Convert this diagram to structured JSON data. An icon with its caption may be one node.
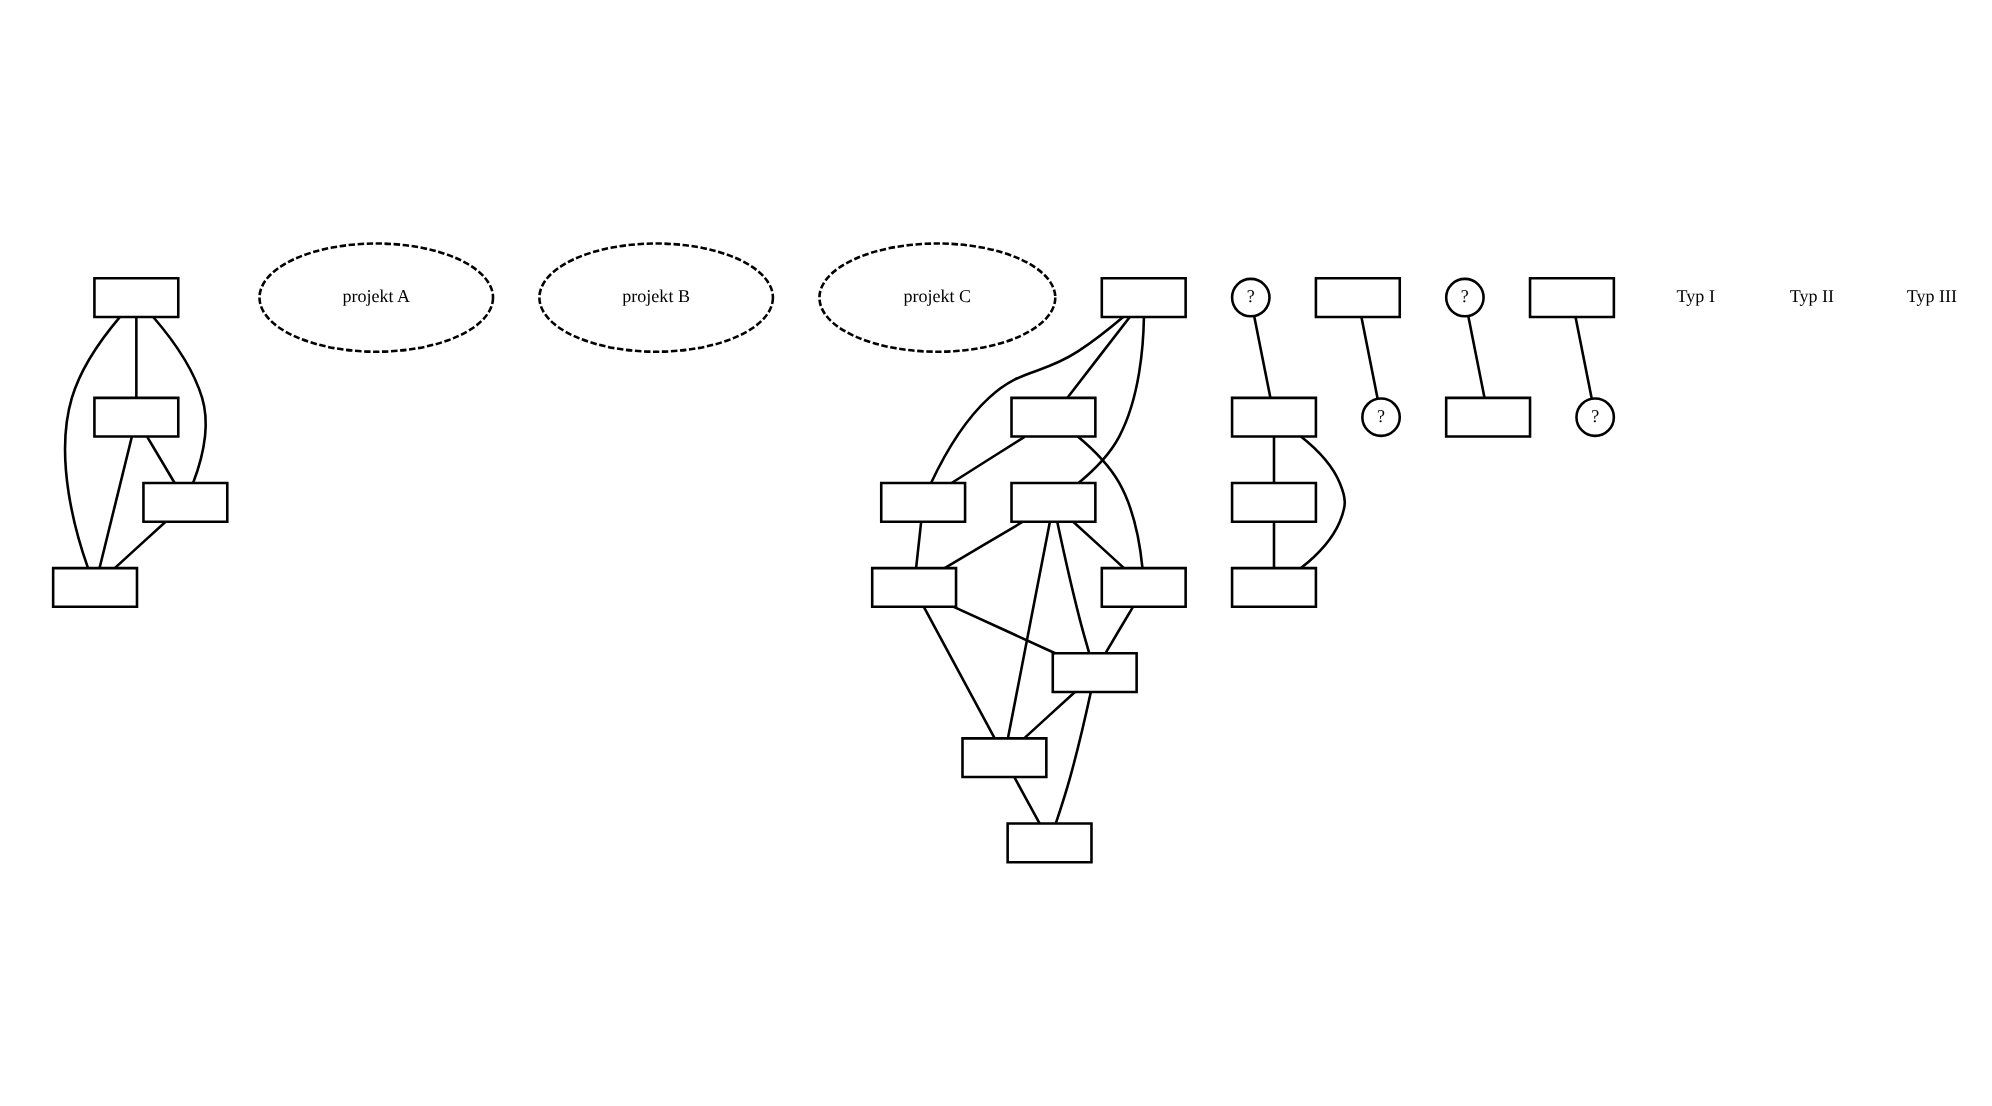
{
  "diagram": {
    "nodes": [
      {
        "text": [],
        "shape": "box"
      },
      {
        "text": [],
        "shape": "box"
      },
      {
        "text": [],
        "shape": "box"
      },
      {
        "text": [],
        "shape": "box"
      },
      {
        "text": [],
        "shape": "box"
      },
      {
        "text": [],
        "shape": "box"
      },
      {
        "text": [],
        "shape": "box"
      },
      {
        "text": [],
        "shape": "box"
      },
      {
        "text": [],
        "shape": "box"
      },
      {
        "text": [],
        "shape": "box"
      },
      {
        "text": [],
        "shape": "box"
      },
      {
        "text": [],
        "shape": "box"
      },
      {
        "text": [],
        "shape": "box"
      },
      {
        "text": [
          "projekt C"
        ]
      },
      {
        "text": [
          "projekt B"
        ]
      },
      {
        "text": [
          "projekt A"
        ]
      },
      {
        "text": [],
        "shape": "box"
      },
      {
        "text": [
          "?"
        ]
      },
      {
        "text": [
          "?"
        ]
      },
      {
        "text": [],
        "shape": "box"
      },
      {
        "text": [],
        "shape": "box"
      },
      {
        "text": [
          "?"
        ]
      },
      {
        "text": [
          "?"
        ]
      },
      {
        "text": [],
        "shape": "box"
      },
      {
        "text": [],
        "shape": "box"
      },
      {
        "text": [],
        "shape": "box"
      }
    ],
    "edges": [
      {
        "from": 0,
        "to": 1,
        "arrow": "none"
      },
      {
        "from": 0,
        "to": 2,
        "arrow": "none"
      },
      {
        "from": 0,
        "to": 3,
        "arrow": "none"
      },
      {
        "from": 1,
        "to": 2,
        "arrow": "none"
      },
      {
        "from": 1,
        "to": 3,
        "arrow": "none"
      },
      {
        "from": 2,
        "to": 3,
        "arrow": "none"
      },
      {
        "from": 4,
        "to": 5,
        "arrow": "none"
      },
      {
        "from": 4,
        "to": 6,
        "arrow": "none"
      },
      {
        "from": 4,
        "to": 7,
        "arrow": "none"
      },
      {
        "from": 5,
        "to": 6,
        "arrow": "none"
      },
      {
        "from": 5,
        "to": 8,
        "arrow": "none"
      },
      {
        "from": 6,
        "to": 9,
        "arrow": "none"
      },
      {
        "from": 7,
        "to": 8,
        "arrow": "none"
      },
      {
        "from": 7,
        "to": 10,
        "arrow": "none"
      },
      {
        "from": 7,
        "to": 11,
        "arrow": "none"
      },
      {
        "from": 7,
        "to": 9,
        "arrow": "none"
      },
      {
        "from": 8,
        "to": 10,
        "arrow": "none"
      },
      {
        "from": 9,
        "to": 10,
        "arrow": "none"
      },
      {
        "from": 9,
        "to": 11,
        "arrow": "none"
      },
      {
        "from": 10,
        "to": 11,
        "arrow": "none"
      },
      {
        "from": 10,
        "to": 12,
        "arrow": "none"
      },
      {
        "from": 11,
        "to": 12,
        "arrow": "none"
      },
      {
        "from": 16,
        "to": 17,
        "arrow": "none"
      },
      {
        "from": 18,
        "to": 19,
        "arrow": "none"
      },
      {
        "from": 20,
        "to": 21,
        "arrow": "none"
      },
      {
        "from": 22,
        "to": 23,
        "arrow": "none"
      },
      {
        "from": 23,
        "to": 24,
        "arrow": "none"
      },
      {
        "from": 23,
        "to": 25,
        "arrow": "none"
      },
      {
        "from": 24,
        "to": 25,
        "arrow": "none"
      }
    ],
    "labels": [
      "Typ I",
      "Typ II",
      "Typ III"
    ]
  }
}
